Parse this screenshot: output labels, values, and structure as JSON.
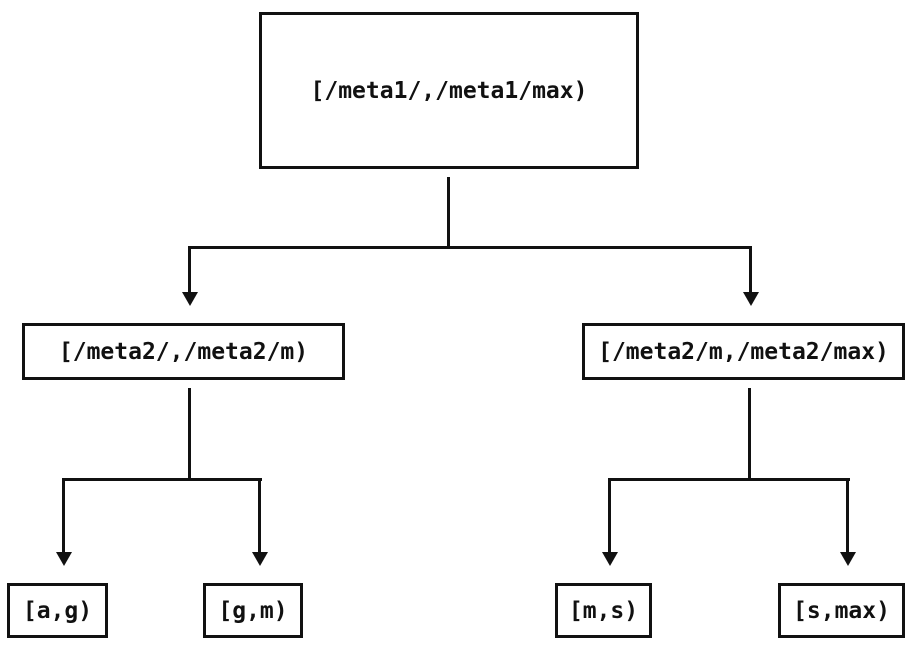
{
  "diagram": {
    "type": "binary-interval-tree",
    "background_color": "#ffffff",
    "line_color": "#111111",
    "text_color": "#111111",
    "nodes": {
      "root": {
        "label": "[/meta1/,/meta1/max)"
      },
      "level2_left": {
        "label": "[/meta2/,/meta2/m)"
      },
      "level2_right": {
        "label": "[/meta2/m,/meta2/max)"
      },
      "leaf_ag": {
        "label": "[a,g)"
      },
      "leaf_gm": {
        "label": "[g,m)"
      },
      "leaf_ms": {
        "label": "[m,s)"
      },
      "leaf_smax": {
        "label": "[s,max)"
      }
    },
    "edges": [
      [
        "root",
        "level2_left"
      ],
      [
        "root",
        "level2_right"
      ],
      [
        "level2_left",
        "leaf_ag"
      ],
      [
        "level2_left",
        "leaf_gm"
      ],
      [
        "level2_right",
        "leaf_ms"
      ],
      [
        "level2_right",
        "leaf_smax"
      ]
    ]
  }
}
